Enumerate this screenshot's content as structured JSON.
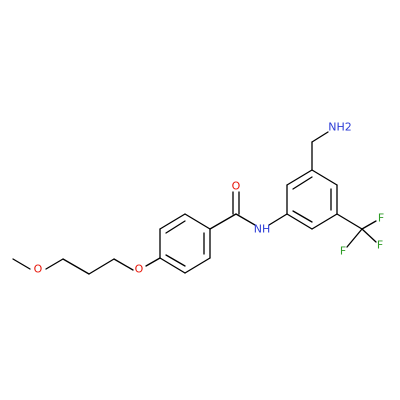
{
  "molecule": {
    "atom_labels": {
      "methoxy_o": "O",
      "ether_o": "O",
      "carbonyl_o": "O",
      "amide_n": "NH",
      "amine": "NH2",
      "f_right": "F",
      "f_bottom_left": "F",
      "f_bottom_right": "F"
    }
  },
  "colors": {
    "bond": "#000000",
    "oxygen": "#e8170b",
    "nitrogen": "#2b3bd6",
    "fluorine": "#2e9b26",
    "background": "#ffffff"
  }
}
